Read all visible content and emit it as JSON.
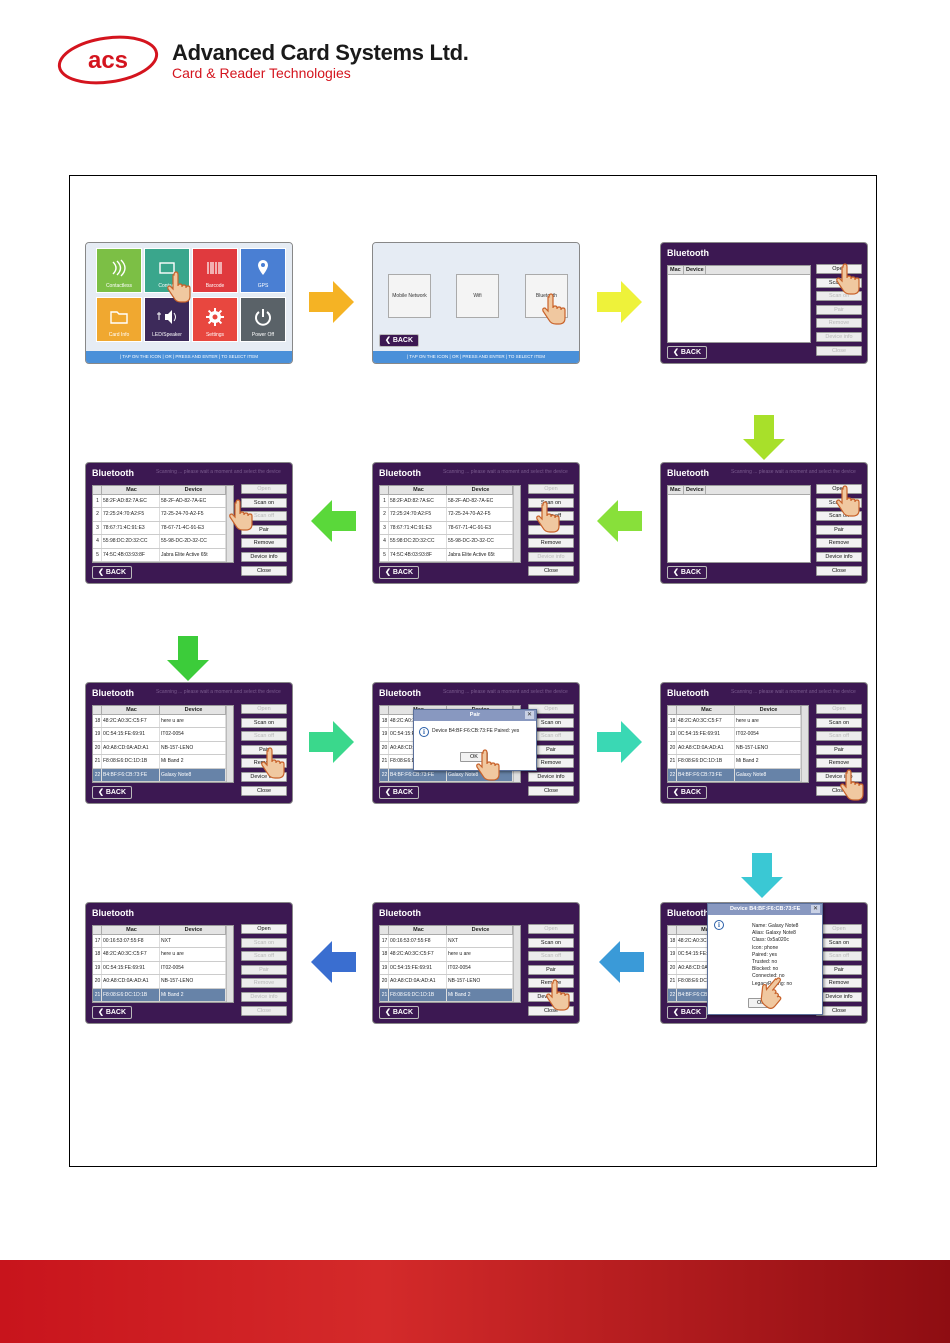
{
  "header": {
    "company_name": "Advanced Card Systems Ltd.",
    "tagline": "Card & Reader Technologies",
    "logo_text": "acs"
  },
  "main_menu": {
    "tiles": [
      "Contactless",
      "Contact",
      "Barcode",
      "GPS",
      "Card Info",
      "LED/Speaker",
      "Settings",
      "Power Off"
    ],
    "hint": "| TAP ON THE ICON | OR | PRESS AND ENTER | TO SELECT ITEM"
  },
  "settings_menu": {
    "items": [
      "Mobile Network",
      "Wifi",
      "Bluetooth"
    ],
    "hint": "| TAP ON THE ICON | OR | PRESS AND ENTER | TO SELECT ITEM"
  },
  "bt": {
    "title": "Bluetooth",
    "subtitle": "Scanning ... please wait a moment and select the device",
    "col_mac": "Mac",
    "col_device": "Device",
    "back": "BACK",
    "buttons": [
      "Open",
      "Scan on",
      "Scan off",
      "Pair",
      "Remove",
      "Device info",
      "Close"
    ]
  },
  "scan_rows": [
    {
      "n": "1",
      "mac": "58:2F:AD:82:7A:EC",
      "dev": "58-2F-AD-82-7A-EC"
    },
    {
      "n": "2",
      "mac": "72:25:24:70:A2:F5",
      "dev": "72-25-24-70-A2-F5"
    },
    {
      "n": "3",
      "mac": "78:67:71:4C:91:E3",
      "dev": "78-67-71-4C-91-E3"
    },
    {
      "n": "4",
      "mac": "55:98:DC:2D:32:CC",
      "dev": "55-98-DC-2D-32-CC"
    },
    {
      "n": "5",
      "mac": "74:5C:4B:03:93:8F",
      "dev": "Jabra Elite Active 65t"
    }
  ],
  "pair_rows": [
    {
      "n": "18",
      "mac": "48:2C:A0:3C:C5:F7",
      "dev": "here u are"
    },
    {
      "n": "19",
      "mac": "0C:54:15:FE:69:91",
      "dev": "IT02-0054"
    },
    {
      "n": "20",
      "mac": "A0:A8:CD:0A:AD:A1",
      "dev": "NB-157-LENO"
    },
    {
      "n": "21",
      "mac": "F8:08:E6:DC:1D:1B",
      "dev": "Mi Band 2"
    },
    {
      "n": "22",
      "mac": "B4:BF:F6:CB:73:FE",
      "dev": "Galaxy Note8"
    }
  ],
  "remove_rows": [
    {
      "n": "17",
      "mac": "00:16:53:07:55:F8",
      "dev": "NXT"
    },
    {
      "n": "18",
      "mac": "48:2C:A0:3C:C5:F7",
      "dev": "here u are"
    },
    {
      "n": "19",
      "mac": "0C:54:15:FE:69:91",
      "dev": "IT02-0054"
    },
    {
      "n": "20",
      "mac": "A0:A8:CD:0A:AD:A1",
      "dev": "NB-157-LENO"
    },
    {
      "n": "21",
      "mac": "F8:08:E6:DC:1D:1B",
      "dev": "Mi Band 2"
    }
  ],
  "pair_dialog": {
    "title": "Pair",
    "message": "Device B4:BF:F6:CB:73:FE Paired: yes",
    "ok": "OK"
  },
  "info_dialog": {
    "title": "Device B4:BF:F6:CB:73:FE",
    "lines": [
      "Name: Galaxy Note8",
      "Alias: Galaxy Note8",
      "Class: 0x5a020c",
      "Icon: phone",
      "Paired: yes",
      "Trusted: no",
      "Blocked: no",
      "Connected: no",
      "LegacyPairing: no"
    ],
    "ok": "OK"
  },
  "colors": {
    "screen_bg": "#3c1852",
    "accent_red": "#d4141e",
    "selected_row": "#6783a8"
  }
}
